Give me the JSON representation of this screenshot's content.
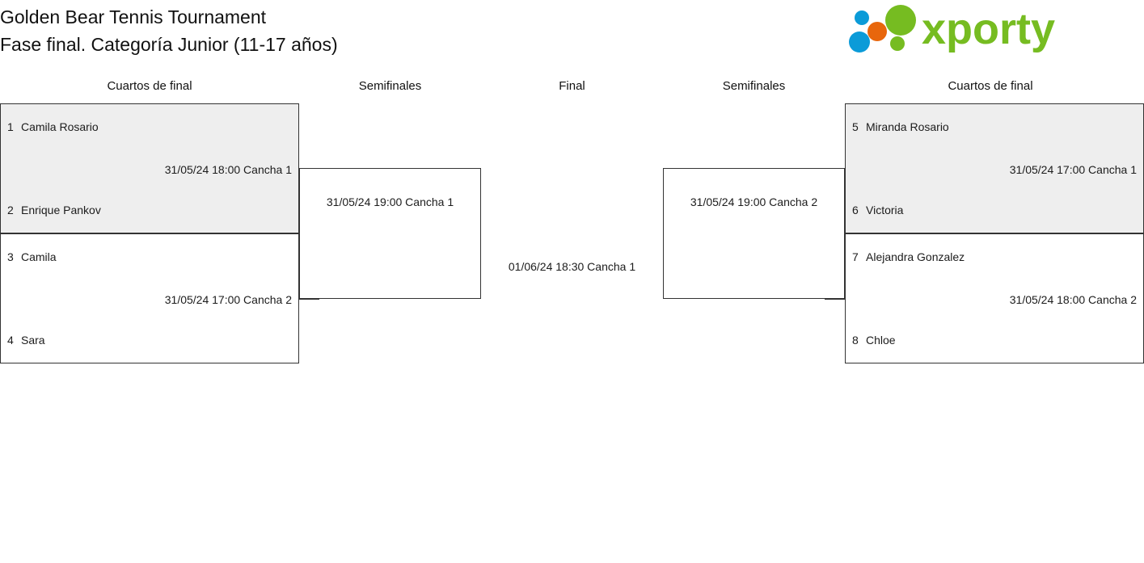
{
  "header": {
    "title_line1": "Golden Bear Tennis Tournament",
    "title_line2": "Fase final. Categoría Junior (11-17 años)",
    "logo_text": "xporty",
    "logo_colors": {
      "green": "#76bc21",
      "blue": "#0b9bd8",
      "orange": "#e8660c"
    }
  },
  "rounds": [
    {
      "id": "qf-left",
      "label": "Cuartos de final"
    },
    {
      "id": "sf-left",
      "label": "Semifinales"
    },
    {
      "id": "final",
      "label": "Final"
    },
    {
      "id": "sf-right",
      "label": "Semifinales"
    },
    {
      "id": "qf-right",
      "label": "Cuartos de final"
    }
  ],
  "bracket": {
    "quarterfinals_left": [
      {
        "id": "qf1",
        "shaded": true,
        "schedule": "31/05/24 18:00 Cancha 1",
        "players": [
          {
            "seed": "1",
            "name": "Camila Rosario"
          },
          {
            "seed": "2",
            "name": "Enrique Pankov"
          }
        ]
      },
      {
        "id": "qf2",
        "shaded": false,
        "schedule": "31/05/24 17:00 Cancha 2",
        "players": [
          {
            "seed": "3",
            "name": "Camila"
          },
          {
            "seed": "4",
            "name": "Sara"
          }
        ]
      }
    ],
    "quarterfinals_right": [
      {
        "id": "qf3",
        "shaded": true,
        "schedule": "31/05/24 17:00 Cancha 1",
        "players": [
          {
            "seed": "5",
            "name": "Miranda Rosario"
          },
          {
            "seed": "6",
            "name": "Victoria"
          }
        ]
      },
      {
        "id": "qf4",
        "shaded": false,
        "schedule": "31/05/24 18:00 Cancha 2",
        "players": [
          {
            "seed": "7",
            "name": "Alejandra Gonzalez"
          },
          {
            "seed": "8",
            "name": "Chloe"
          }
        ]
      }
    ],
    "semifinal_left": {
      "id": "sf1",
      "schedule": "31/05/24 19:00 Cancha 1",
      "players": [
        {
          "seed": "",
          "name": ""
        },
        {
          "seed": "",
          "name": ""
        }
      ]
    },
    "semifinal_right": {
      "id": "sf2",
      "schedule": "31/05/24 19:00 Cancha 2",
      "players": [
        {
          "seed": "",
          "name": ""
        },
        {
          "seed": "",
          "name": ""
        }
      ]
    },
    "final": {
      "id": "final",
      "schedule": "01/06/24 18:30 Cancha 1"
    }
  }
}
